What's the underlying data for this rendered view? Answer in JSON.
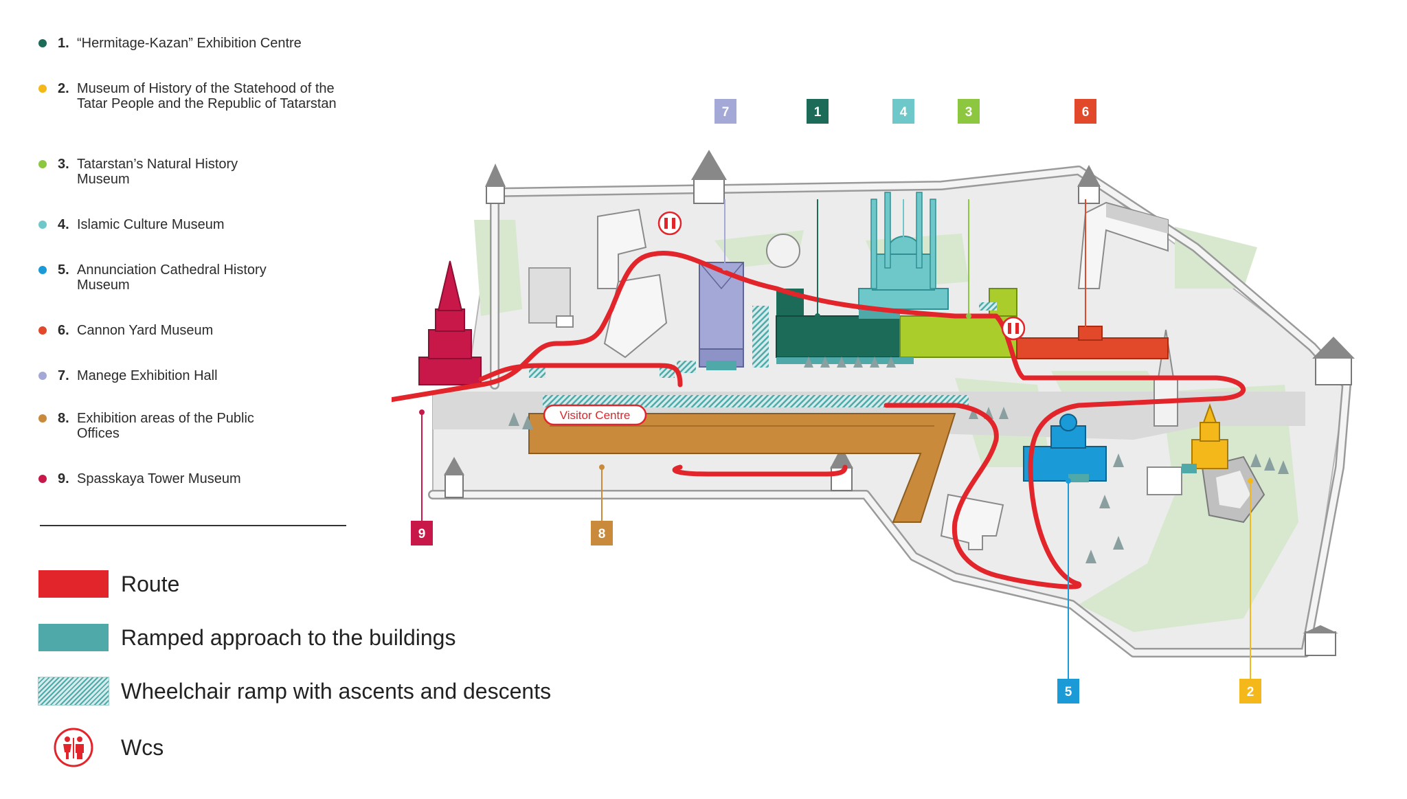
{
  "legend_items": [
    {
      "number": "1.",
      "label": "“Hermitage-Kazan” Exhibition Centre",
      "color": "#1c6b58"
    },
    {
      "number": "2.",
      "label": "Museum of History of the Statehood of the Tatar People and the Republic of Tatarstan",
      "color": "#f4b81b"
    },
    {
      "number": "3.",
      "label": "Tatarstan’s Natural History Museum",
      "color": "#8dc63f"
    },
    {
      "number": "4.",
      "label": "Islamic Culture Museum",
      "color": "#6ec7c9"
    },
    {
      "number": "5.",
      "label": "Annunciation Cathedral History Museum",
      "color": "#1a9ad6"
    },
    {
      "number": "6.",
      "label": "Cannon Yard Museum",
      "color": "#e2492a"
    },
    {
      "number": "7.",
      "label": "Manege Exhibition Hall",
      "color": "#a3a8d6"
    },
    {
      "number": "8.",
      "label": "Exhibition areas of the Public Offices",
      "color": "#c98a3b"
    },
    {
      "number": "9.",
      "label": "Spasskaya Tower Museum",
      "color": "#c8184a"
    }
  ],
  "key": {
    "route": "Route",
    "ramp": "Ramped approach to the buildings",
    "wheelchair": "Wheelchair ramp with ascents and descents",
    "wcs": "Wcs"
  },
  "map": {
    "visitor_centre": "Visitor Centre",
    "markers": [
      {
        "label": "1",
        "color": "#1c6b58"
      },
      {
        "label": "2",
        "color": "#f4b81b"
      },
      {
        "label": "3",
        "color": "#8dc63f"
      },
      {
        "label": "4",
        "color": "#6ec7c9"
      },
      {
        "label": "5",
        "color": "#1a9ad6"
      },
      {
        "label": "6",
        "color": "#e2492a"
      },
      {
        "label": "7",
        "color": "#a3a8d6"
      },
      {
        "label": "8",
        "color": "#c98a3b"
      },
      {
        "label": "9",
        "color": "#c8184a"
      }
    ],
    "colors": {
      "route": "#e2242b",
      "ramp": "#4fa9a9",
      "wall": "#f2f2f2",
      "grass": "#d7e8cf",
      "path": "#e3e3e3"
    }
  }
}
